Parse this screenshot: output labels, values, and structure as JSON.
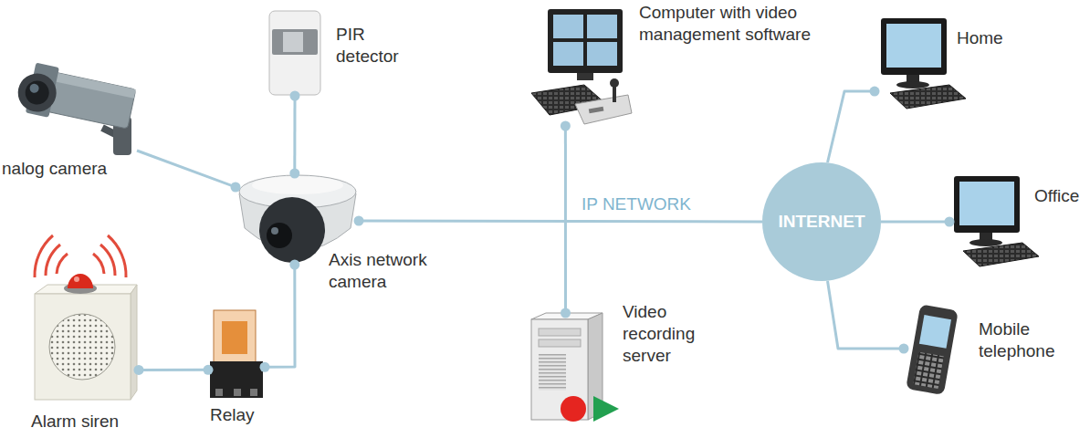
{
  "diagram": {
    "nodes": [
      {
        "text": [
          "PIR detector"
        ]
      },
      {
        "text": [
          "nalog camera"
        ]
      },
      {
        "text": [
          "Axis network camera"
        ]
      },
      {
        "text": [
          "Alarm siren"
        ]
      },
      {
        "text": [
          "Relay"
        ]
      },
      {
        "text": [
          "Computer with video management software"
        ]
      },
      {
        "text": [
          "Video recording server"
        ]
      },
      {
        "text": [
          "INTERNET"
        ]
      },
      {
        "text": [
          "Home"
        ]
      },
      {
        "text": [
          "Office"
        ]
      },
      {
        "text": [
          "Mobile telephone"
        ]
      }
    ],
    "edges": [
      {
        "from": 2,
        "to": 7,
        "label": "IP NETWORK",
        "arrow": "none"
      },
      {
        "from": 5,
        "to": 6,
        "arrow": "none"
      },
      {
        "from": 1,
        "to": 2,
        "arrow": "none"
      },
      {
        "from": 0,
        "to": 2,
        "arrow": "none"
      },
      {
        "from": 4,
        "to": 2,
        "arrow": "none"
      },
      {
        "from": 3,
        "to": 4,
        "arrow": "none"
      },
      {
        "from": 7,
        "to": 8,
        "arrow": "none"
      },
      {
        "from": 7,
        "to": 9,
        "arrow": "none"
      },
      {
        "from": 7,
        "to": 10,
        "arrow": "none"
      }
    ]
  }
}
